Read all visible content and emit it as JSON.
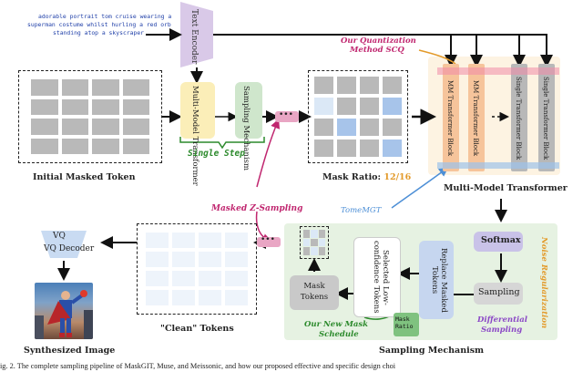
{
  "prompt_text": [
    "adorable portrait tom cruise wearing a",
    "superman costume whilst hurling a red orb",
    "standing atop a skyscraper"
  ],
  "text_encoder": "Text Encoder",
  "multi_model_transformer": "Multi-Model Transformer",
  "sampling_mechanism_box": "Sampling Mechanism",
  "single_step": "Single Step",
  "initial_masked_token": "Initial Masked Token",
  "mask_ratio_label": "Mask Ratio:",
  "mask_ratio_value": "12/16",
  "quantization_label": [
    "Our Quantization",
    "Method SCQ"
  ],
  "mm_block_1": "MM Transformer Block",
  "mm_block_2": "MM Transformer Block",
  "single_block_1": "Single Transformer Block",
  "single_block_2": "Single Transformer Block",
  "right_section_title": "Multi-Model Transformer",
  "tomemgt": "TomeMGT",
  "masked_z_sampling": "Masked Z-Sampling",
  "vq_decoder": "VQ Decoder",
  "synthesized_image": "Synthesized Image",
  "clean_tokens": "\"Clean\" Tokens",
  "mask_tokens": "Mask Tokens",
  "selected_low_conf": "Selected Low-confidence Tokens",
  "replace_masked": "Replace Masked Tokens",
  "softmax": "Softmax",
  "sampling": "Sampling",
  "noise_regularization": "Noise Regularization",
  "differential_sampling": "Differential Sampling",
  "mask_ratio_small": "Mask Ratio",
  "our_new_mask_schedule": [
    "Our New Mask",
    "Schedule"
  ],
  "sampling_mechanism_title": "Sampling Mechanism",
  "ellipsis": "•••",
  "caption": "ig. 2. The complete sampling pipeline of MaskGIT, Muse, and Meissonic, and how our proposed effective and specific design choi",
  "colors": {
    "pink_accent": "#c0266f",
    "orange_accent": "#e39a2a",
    "purple_accent": "#8b48c6",
    "blue_accent": "#4d8fd6",
    "green_text": "#2c8a2c",
    "text_encoder_fill": "#d9c9e8",
    "mm_fill": "#fbeeb8",
    "sampling_box_fill": "#cfe6cc",
    "sampling_region_fill": "#e6f2e2",
    "orange_block_fill": "#f6c49b",
    "gray_block_fill": "#b8b8b8",
    "softmax_fill": "#c9c2e8",
    "replace_fill": "#c6d6ef",
    "mask_tokens_fill": "#c9c9c9"
  },
  "mask_ratio_grid": [
    "g",
    "g",
    "g",
    "g",
    "l",
    "g",
    "g",
    "b",
    "g",
    "b",
    "g",
    "g",
    "g",
    "g",
    "g",
    "b"
  ]
}
